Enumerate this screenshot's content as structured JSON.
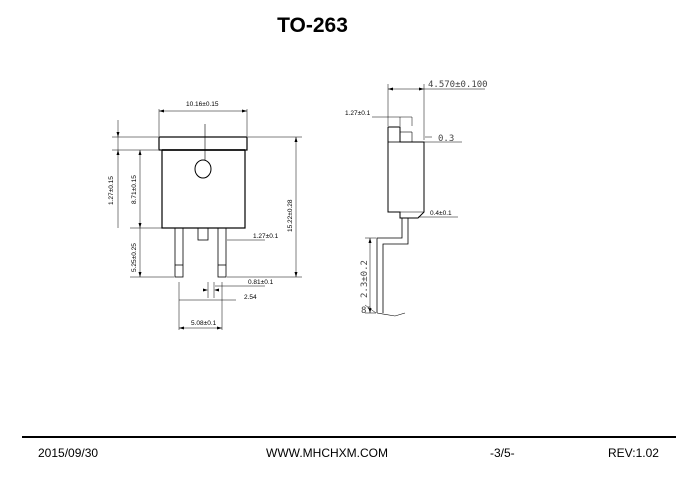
{
  "title": "TO-263",
  "front_view": {
    "width_dim": "10.16±0.15",
    "top_dim": "1.27±0.15",
    "body_dim": "8.71±0.15",
    "lead_dim": "5.25±0.25",
    "height_dim": "15.22±0.28",
    "lead_width_dim": "1.27±0.1",
    "tab_dim": "0.81±0.1",
    "pitch_dim": "2.54",
    "span_dim": "5.08±0.1"
  },
  "side_view": {
    "thickness_dim": "4.570±0.100",
    "flange_dim": "1.27±0.1",
    "gap_dim": "0.3",
    "lead_thk_dim": "0.4±0.1",
    "bend_dim": "2.3±0.2",
    "angle_dim": "8°"
  },
  "footer": {
    "date": "2015/09/30",
    "website": "WWW.MHCHXM.COM",
    "page": "-3/5-",
    "revision": "REV:1.02"
  }
}
